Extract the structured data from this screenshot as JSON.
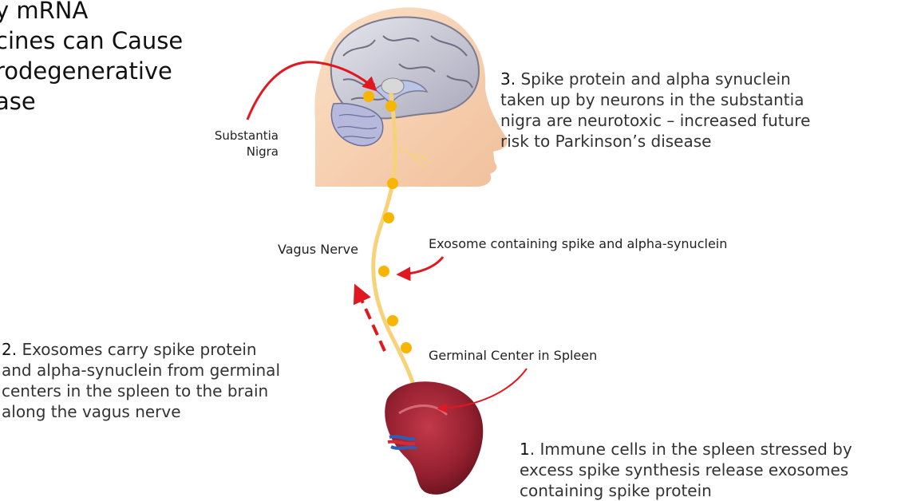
{
  "title": {
    "line1": "y mRNA",
    "line2": "cines can Cause",
    "line3": "rodegenerative",
    "line4": "ase"
  },
  "labels": {
    "substantia_line1": "Substantia",
    "substantia_line2": "Nigra",
    "vagus_nerve": "Vagus Nerve",
    "exosome": "Exosome containing spike and alpha-synuclein",
    "germinal_center": "Germinal Center in Spleen"
  },
  "steps": {
    "step3_number": "3.",
    "step3_text": " Spike protein and alpha synuclein taken up by neurons in the substantia nigra are neurotoxic – increased future risk to Parkinson’s disease",
    "step2_number": "2.",
    "step2_text": " Exosomes carry spike protein and alpha-synuclein from germinal centers in the spleen to the brain along the vagus nerve",
    "step1_number": "1",
    "step1_text": ". Immune cells in the spleen stressed by excess spike synthesis release exosomes containing spike protein"
  },
  "colors": {
    "arrow": "#e0181f",
    "exosome_dot": "#f7b500",
    "nerve": "#f6d37a",
    "skin": "#f6d2b4",
    "spleen": "#8e1f2e"
  }
}
